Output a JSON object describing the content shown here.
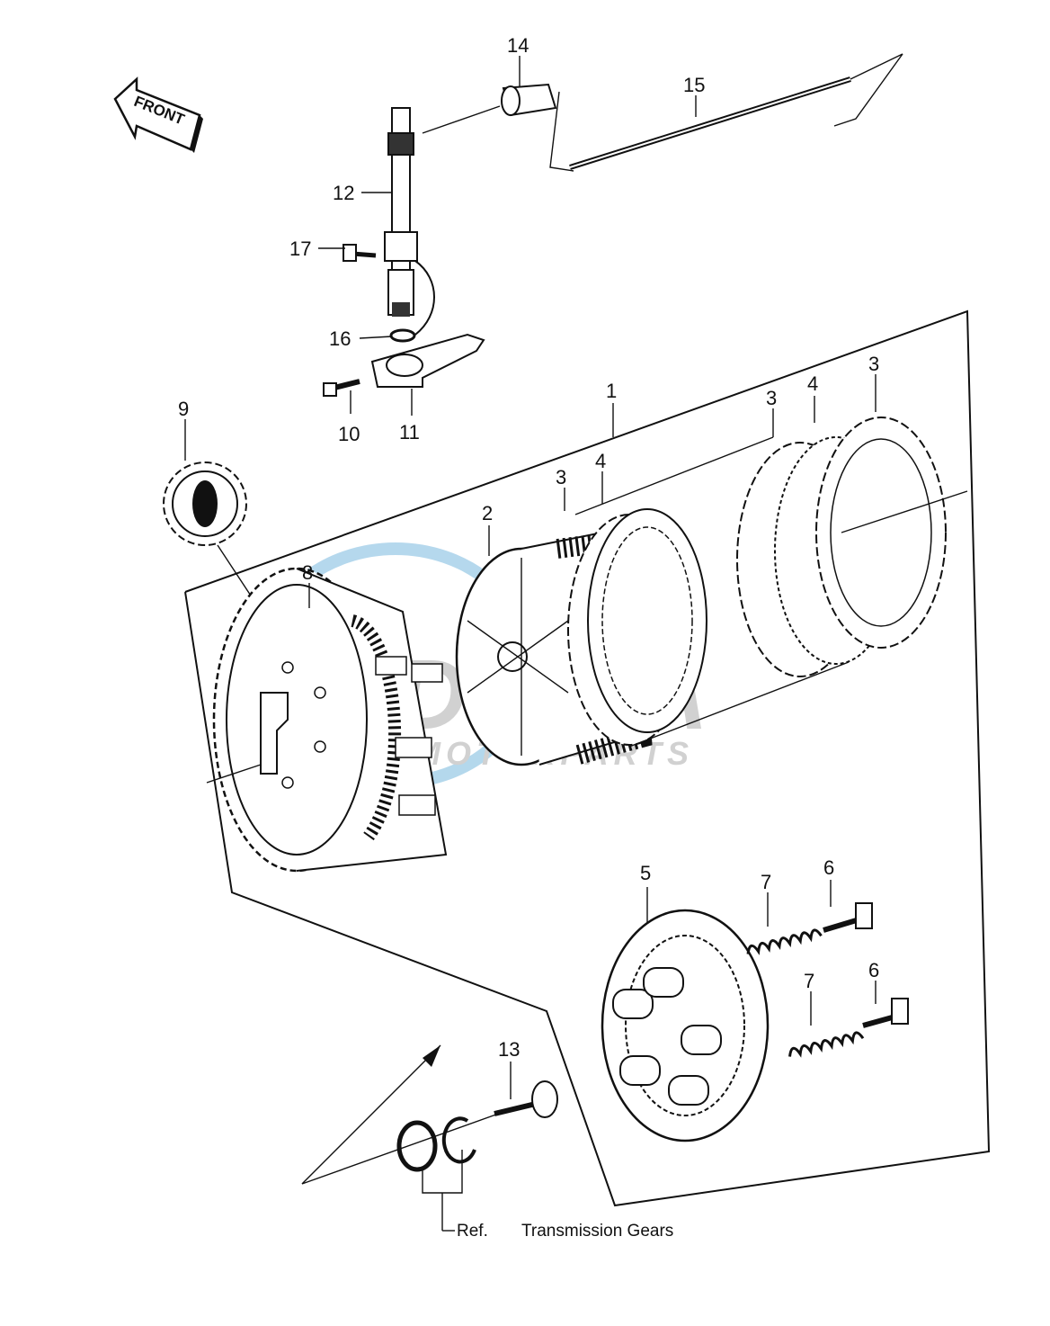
{
  "front_arrow": {
    "label": "FRONT"
  },
  "watermark": {
    "brand": "DUMA",
    "sub": "MOTORPARTS",
    "color": "#5aa9d6"
  },
  "callouts": {
    "c1": "1",
    "c2": "2",
    "c3a": "3",
    "c3b": "3",
    "c3c": "3",
    "c4a": "4",
    "c4b": "4",
    "c5": "5",
    "c6a": "6",
    "c6b": "6",
    "c7a": "7",
    "c7b": "7",
    "c8": "8",
    "c9": "9",
    "c10": "10",
    "c11": "11",
    "c12": "12",
    "c13": "13",
    "c14": "14",
    "c15": "15",
    "c16": "16",
    "c17": "17"
  },
  "footer": {
    "ref": "Ref.",
    "note": "Transmission Gears"
  }
}
